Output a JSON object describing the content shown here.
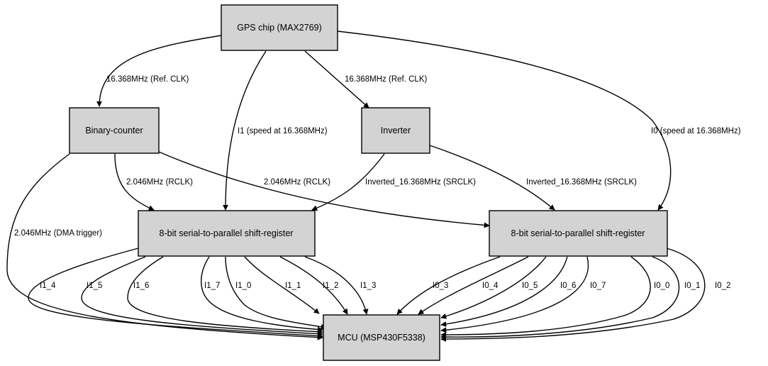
{
  "nodes": {
    "gps": "GPS chip (MAX2769)",
    "counter": "Binary-counter",
    "inverter": "Inverter",
    "sr1": "8-bit serial-to-parallel shift-register",
    "sr0": "8-bit serial-to-parallel shift-register",
    "mcu": "MCU (MSP430F5338)"
  },
  "edges": {
    "gps_counter": "16.368MHz (Ref. CLK)",
    "gps_inverter": "16.368MHz (Ref. CLK)",
    "gps_sr1": "I1 (speed at 16.368MHz)",
    "gps_sr0": "I0 (speed at 16.368MHz)",
    "counter_sr1": "2.046MHz (RCLK)",
    "counter_sr0": "2.046MHz (RCLK)",
    "counter_mcu": "2.046MHz (DMA trigger)",
    "inverter_sr1": "Inverted_16.368MHz (SRCLK)",
    "inverter_sr0": "Inverted_16.368MHz (SRCLK)",
    "sr1_outputs": [
      "I1_4",
      "I1_5",
      "I1_6",
      "I1_7",
      "I1_0",
      "I1_1",
      "I1_2",
      "I1_3"
    ],
    "sr0_outputs": [
      "I0_3",
      "I0_4",
      "I0_5",
      "I0_6",
      "I0_7",
      "I0_0",
      "I0_1",
      "I0_2"
    ]
  }
}
